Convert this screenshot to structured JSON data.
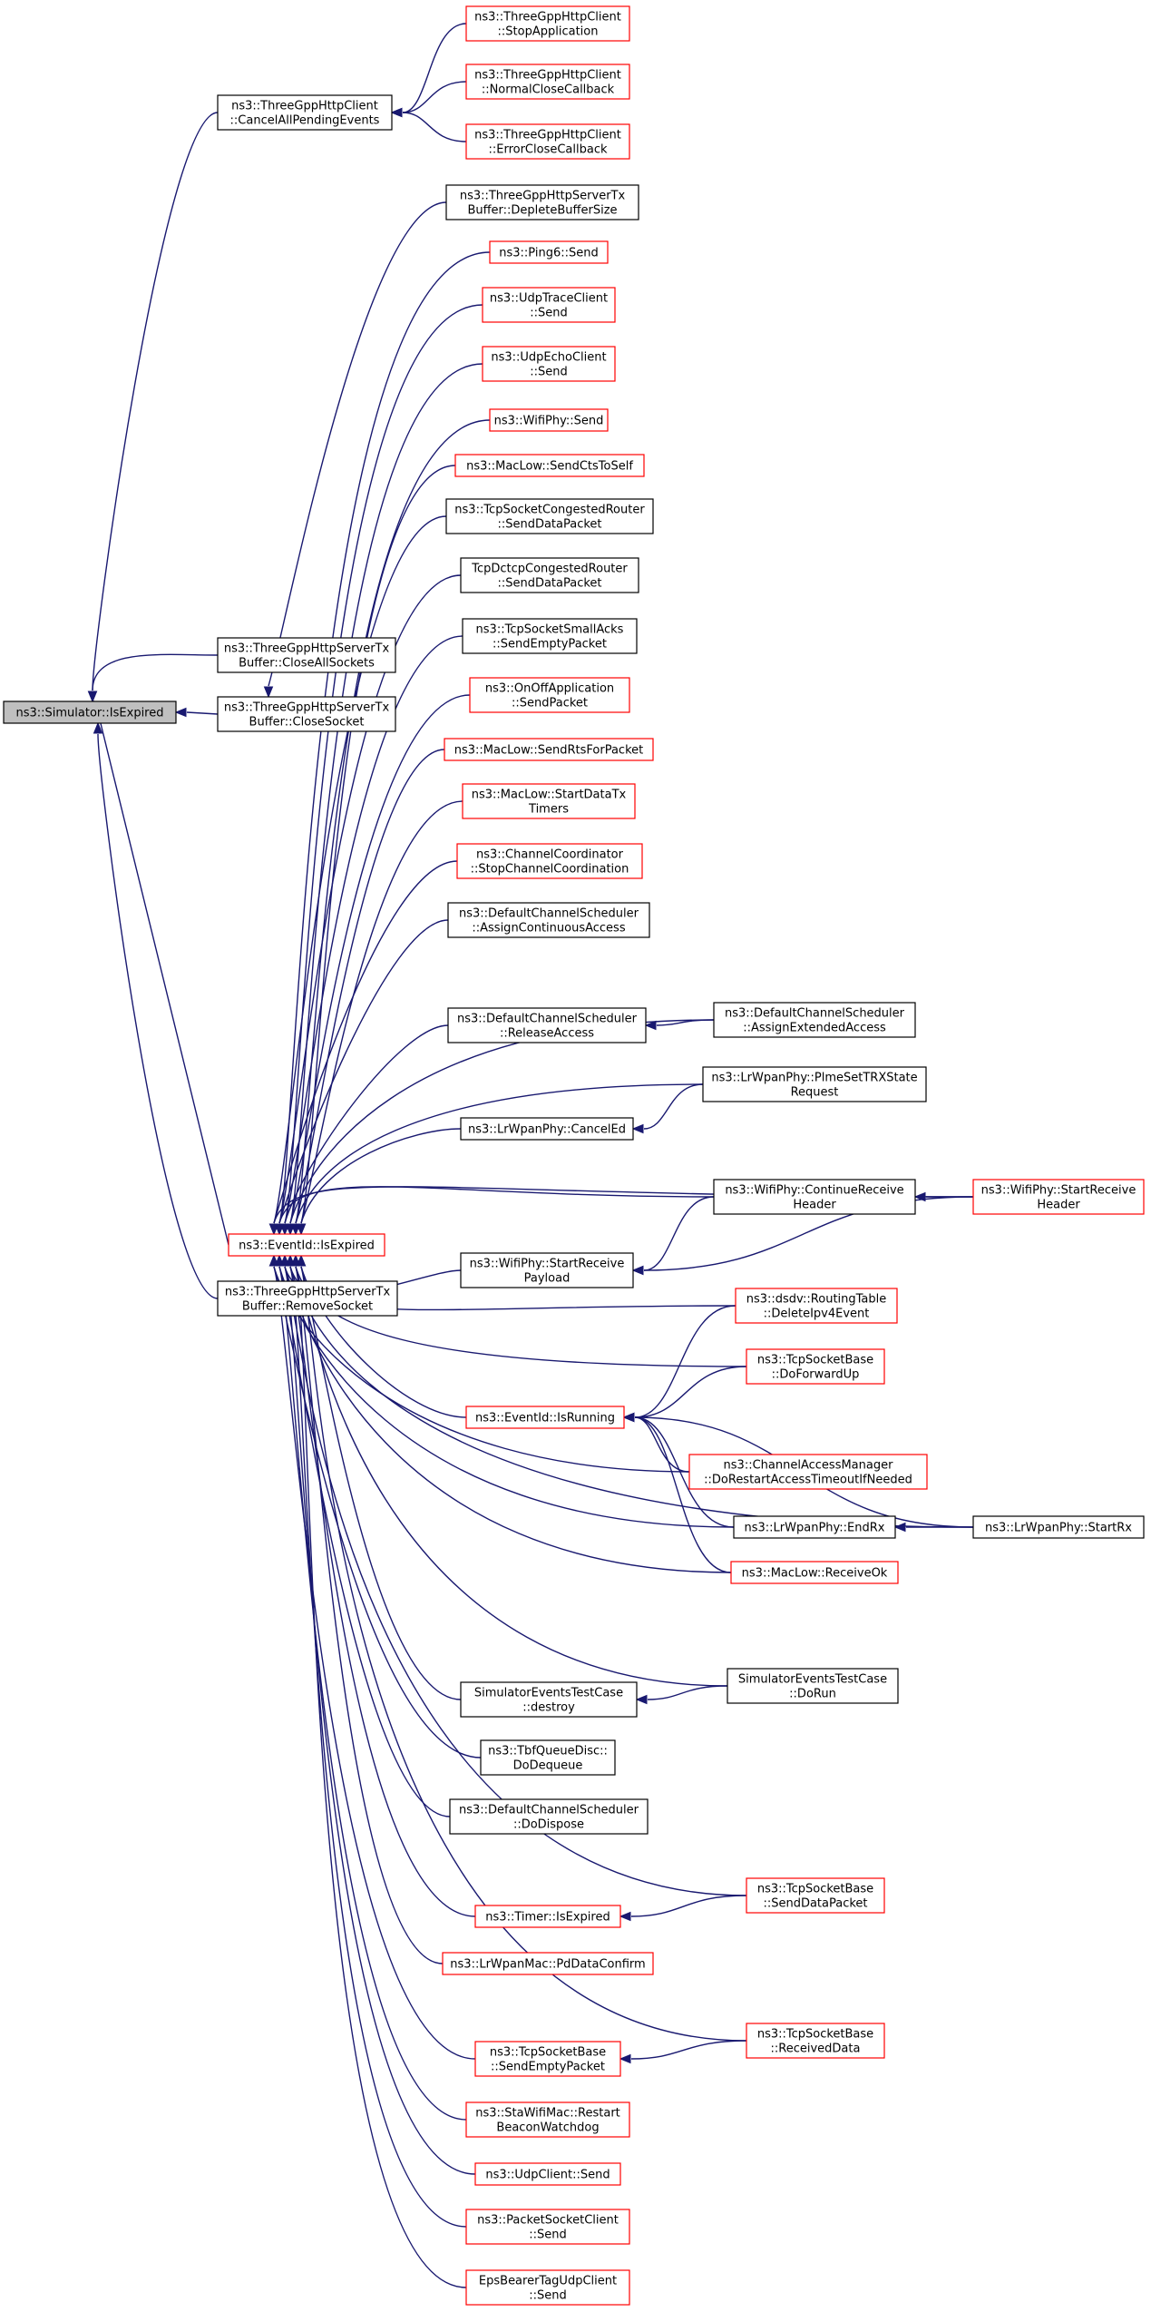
{
  "colors": {
    "edge": "#191970",
    "red_border": "#ff0000",
    "black_border": "#000000",
    "root_fill": "#bfbfbf"
  },
  "nodes": [
    {
      "id": "root",
      "lines": [
        "ns3::Simulator::IsExpired"
      ],
      "style": "root"
    },
    {
      "id": "cancelAll",
      "lines": [
        "ns3::ThreeGppHttpClient",
        "::CancelAllPendingEvents"
      ],
      "style": "black"
    },
    {
      "id": "stopApp",
      "lines": [
        "ns3::ThreeGppHttpClient",
        "::StopApplication"
      ],
      "style": "red"
    },
    {
      "id": "normalClose",
      "lines": [
        "ns3::ThreeGppHttpClient",
        "::NormalCloseCallback"
      ],
      "style": "red"
    },
    {
      "id": "errorClose",
      "lines": [
        "ns3::ThreeGppHttpClient",
        "::ErrorCloseCallback"
      ],
      "style": "red"
    },
    {
      "id": "closeAll",
      "lines": [
        "ns3::ThreeGppHttpServerTx",
        "Buffer::CloseAllSockets"
      ],
      "style": "black"
    },
    {
      "id": "closeSocket",
      "lines": [
        "ns3::ThreeGppHttpServerTx",
        "Buffer::CloseSocket"
      ],
      "style": "black"
    },
    {
      "id": "removeSocket",
      "lines": [
        "ns3::ThreeGppHttpServerTx",
        "Buffer::RemoveSocket"
      ],
      "style": "black"
    },
    {
      "id": "evIsExpired",
      "lines": [
        "ns3::EventId::IsExpired"
      ],
      "style": "red"
    },
    {
      "id": "deplete",
      "lines": [
        "ns3::ThreeGppHttpServerTx",
        "Buffer::DepleteBufferSize"
      ],
      "style": "black"
    },
    {
      "id": "ping6",
      "lines": [
        "ns3::Ping6::Send"
      ],
      "style": "red"
    },
    {
      "id": "udpTrace",
      "lines": [
        "ns3::UdpTraceClient",
        "::Send"
      ],
      "style": "red"
    },
    {
      "id": "udpEcho",
      "lines": [
        "ns3::UdpEchoClient",
        "::Send"
      ],
      "style": "red"
    },
    {
      "id": "wifiSend",
      "lines": [
        "ns3::WifiPhy::Send"
      ],
      "style": "red"
    },
    {
      "id": "sendCts",
      "lines": [
        "ns3::MacLow::SendCtsToSelf"
      ],
      "style": "red"
    },
    {
      "id": "tcpCongested",
      "lines": [
        "ns3::TcpSocketCongestedRouter",
        "::SendDataPacket"
      ],
      "style": "black"
    },
    {
      "id": "dctcp",
      "lines": [
        "TcpDctcpCongestedRouter",
        "::SendDataPacket"
      ],
      "style": "black"
    },
    {
      "id": "smallAcks",
      "lines": [
        "ns3::TcpSocketSmallAcks",
        "::SendEmptyPacket"
      ],
      "style": "black"
    },
    {
      "id": "onoff",
      "lines": [
        "ns3::OnOffApplication",
        "::SendPacket"
      ],
      "style": "red"
    },
    {
      "id": "sendRts",
      "lines": [
        "ns3::MacLow::SendRtsForPacket"
      ],
      "style": "red"
    },
    {
      "id": "startData",
      "lines": [
        "ns3::MacLow::StartDataTx",
        "Timers"
      ],
      "style": "red"
    },
    {
      "id": "chanCoord",
      "lines": [
        "ns3::ChannelCoordinator",
        "::StopChannelCoordination"
      ],
      "style": "red"
    },
    {
      "id": "assignCont",
      "lines": [
        "ns3::DefaultChannelScheduler",
        "::AssignContinuousAccess"
      ],
      "style": "black"
    },
    {
      "id": "release",
      "lines": [
        "ns3::DefaultChannelScheduler",
        "::ReleaseAccess"
      ],
      "style": "black"
    },
    {
      "id": "assignExt",
      "lines": [
        "ns3::DefaultChannelScheduler",
        "::AssignExtendedAccess"
      ],
      "style": "black"
    },
    {
      "id": "plme",
      "lines": [
        "ns3::LrWpanPhy::PlmeSetTRXState",
        "Request"
      ],
      "style": "black"
    },
    {
      "id": "cancelEd",
      "lines": [
        "ns3::LrWpanPhy::CancelEd"
      ],
      "style": "black"
    },
    {
      "id": "contRecv",
      "lines": [
        "ns3::WifiPhy::ContinueReceive",
        "Header"
      ],
      "style": "black"
    },
    {
      "id": "startRecvHdr",
      "lines": [
        "ns3::WifiPhy::StartReceive",
        "Header"
      ],
      "style": "red"
    },
    {
      "id": "startRecvPay",
      "lines": [
        "ns3::WifiPhy::StartReceive",
        "Payload"
      ],
      "style": "black"
    },
    {
      "id": "dsdv",
      "lines": [
        "ns3::dsdv::RoutingTable",
        "::DeleteIpv4Event"
      ],
      "style": "red"
    },
    {
      "id": "doForward",
      "lines": [
        "ns3::TcpSocketBase",
        "::DoForwardUp"
      ],
      "style": "red"
    },
    {
      "id": "isRunning",
      "lines": [
        "ns3::EventId::IsRunning"
      ],
      "style": "red"
    },
    {
      "id": "chanAccess",
      "lines": [
        "ns3::ChannelAccessManager",
        "::DoRestartAccessTimeoutIfNeeded"
      ],
      "style": "red"
    },
    {
      "id": "endRx",
      "lines": [
        "ns3::LrWpanPhy::EndRx"
      ],
      "style": "black"
    },
    {
      "id": "startRx",
      "lines": [
        "ns3::LrWpanPhy::StartRx"
      ],
      "style": "black"
    },
    {
      "id": "receiveOk",
      "lines": [
        "ns3::MacLow::ReceiveOk"
      ],
      "style": "red"
    },
    {
      "id": "simDestroy",
      "lines": [
        "SimulatorEventsTestCase",
        "::destroy"
      ],
      "style": "black"
    },
    {
      "id": "simDoRun",
      "lines": [
        "SimulatorEventsTestCase",
        "::DoRun"
      ],
      "style": "black"
    },
    {
      "id": "tbf",
      "lines": [
        "ns3::TbfQueueDisc::",
        "DoDequeue"
      ],
      "style": "black"
    },
    {
      "id": "doDispose",
      "lines": [
        "ns3::DefaultChannelScheduler",
        "::DoDispose"
      ],
      "style": "black"
    },
    {
      "id": "tcpSendData",
      "lines": [
        "ns3::TcpSocketBase",
        "::SendDataPacket"
      ],
      "style": "red"
    },
    {
      "id": "timerExpired",
      "lines": [
        "ns3::Timer::IsExpired"
      ],
      "style": "red"
    },
    {
      "id": "pdData",
      "lines": [
        "ns3::LrWpanMac::PdDataConfirm"
      ],
      "style": "red"
    },
    {
      "id": "tcpRecvData",
      "lines": [
        "ns3::TcpSocketBase",
        "::ReceivedData"
      ],
      "style": "red"
    },
    {
      "id": "tcpSendEmpty",
      "lines": [
        "ns3::TcpSocketBase",
        "::SendEmptyPacket"
      ],
      "style": "red"
    },
    {
      "id": "staWifi",
      "lines": [
        "ns3::StaWifiMac::Restart",
        "BeaconWatchdog"
      ],
      "style": "red"
    },
    {
      "id": "udpClient",
      "lines": [
        "ns3::UdpClient::Send"
      ],
      "style": "red"
    },
    {
      "id": "packetSock",
      "lines": [
        "ns3::PacketSocketClient",
        "::Send"
      ],
      "style": "red"
    },
    {
      "id": "epsBearer",
      "lines": [
        "EpsBearerTagUdpClient",
        "::Send"
      ],
      "style": "red"
    }
  ]
}
